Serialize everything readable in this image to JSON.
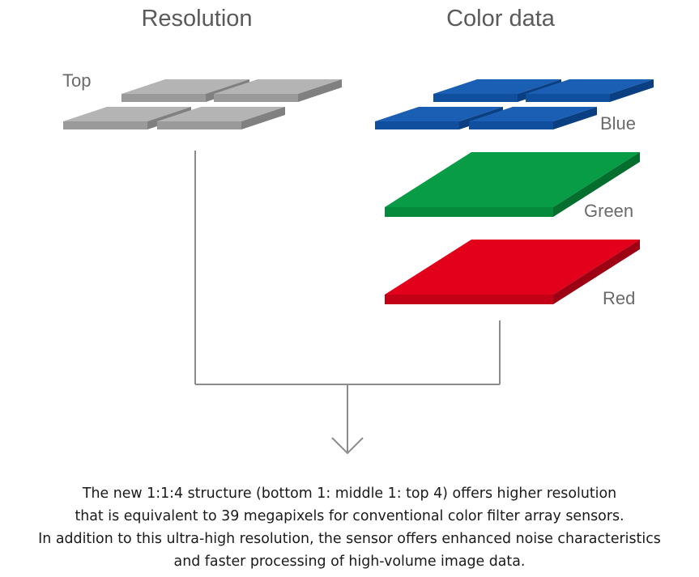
{
  "headings": {
    "resolution": "Resolution",
    "color_data": "Color data"
  },
  "layers": {
    "top": {
      "label": "Top",
      "color_light": "#b4b4b4",
      "color_front": "#9a9a9a",
      "color_side": "#808080"
    },
    "blue": {
      "label": "Blue",
      "color_light": "#1a5fb4",
      "color_front": "#0f4f9e",
      "color_side": "#0a3f82"
    },
    "green": {
      "label": "Green",
      "color_light": "#079c45",
      "color_front": "#058a3b",
      "color_side": "#046e2f"
    },
    "red": {
      "label": "Red",
      "color_light": "#e2001a",
      "color_front": "#c20016",
      "color_side": "#9c0012"
    }
  },
  "connector_color": "#8c8c8c",
  "caption": {
    "line1": "The new 1:1:4 structure (bottom 1: middle 1: top 4) offers higher resolution",
    "line2": "that is equivalent to 39 megapixels for conventional color filter array sensors.",
    "line3": "In addition to this ultra-high resolution, the sensor offers enhanced noise characteristics",
    "line4": "and faster processing of high-volume image data."
  }
}
